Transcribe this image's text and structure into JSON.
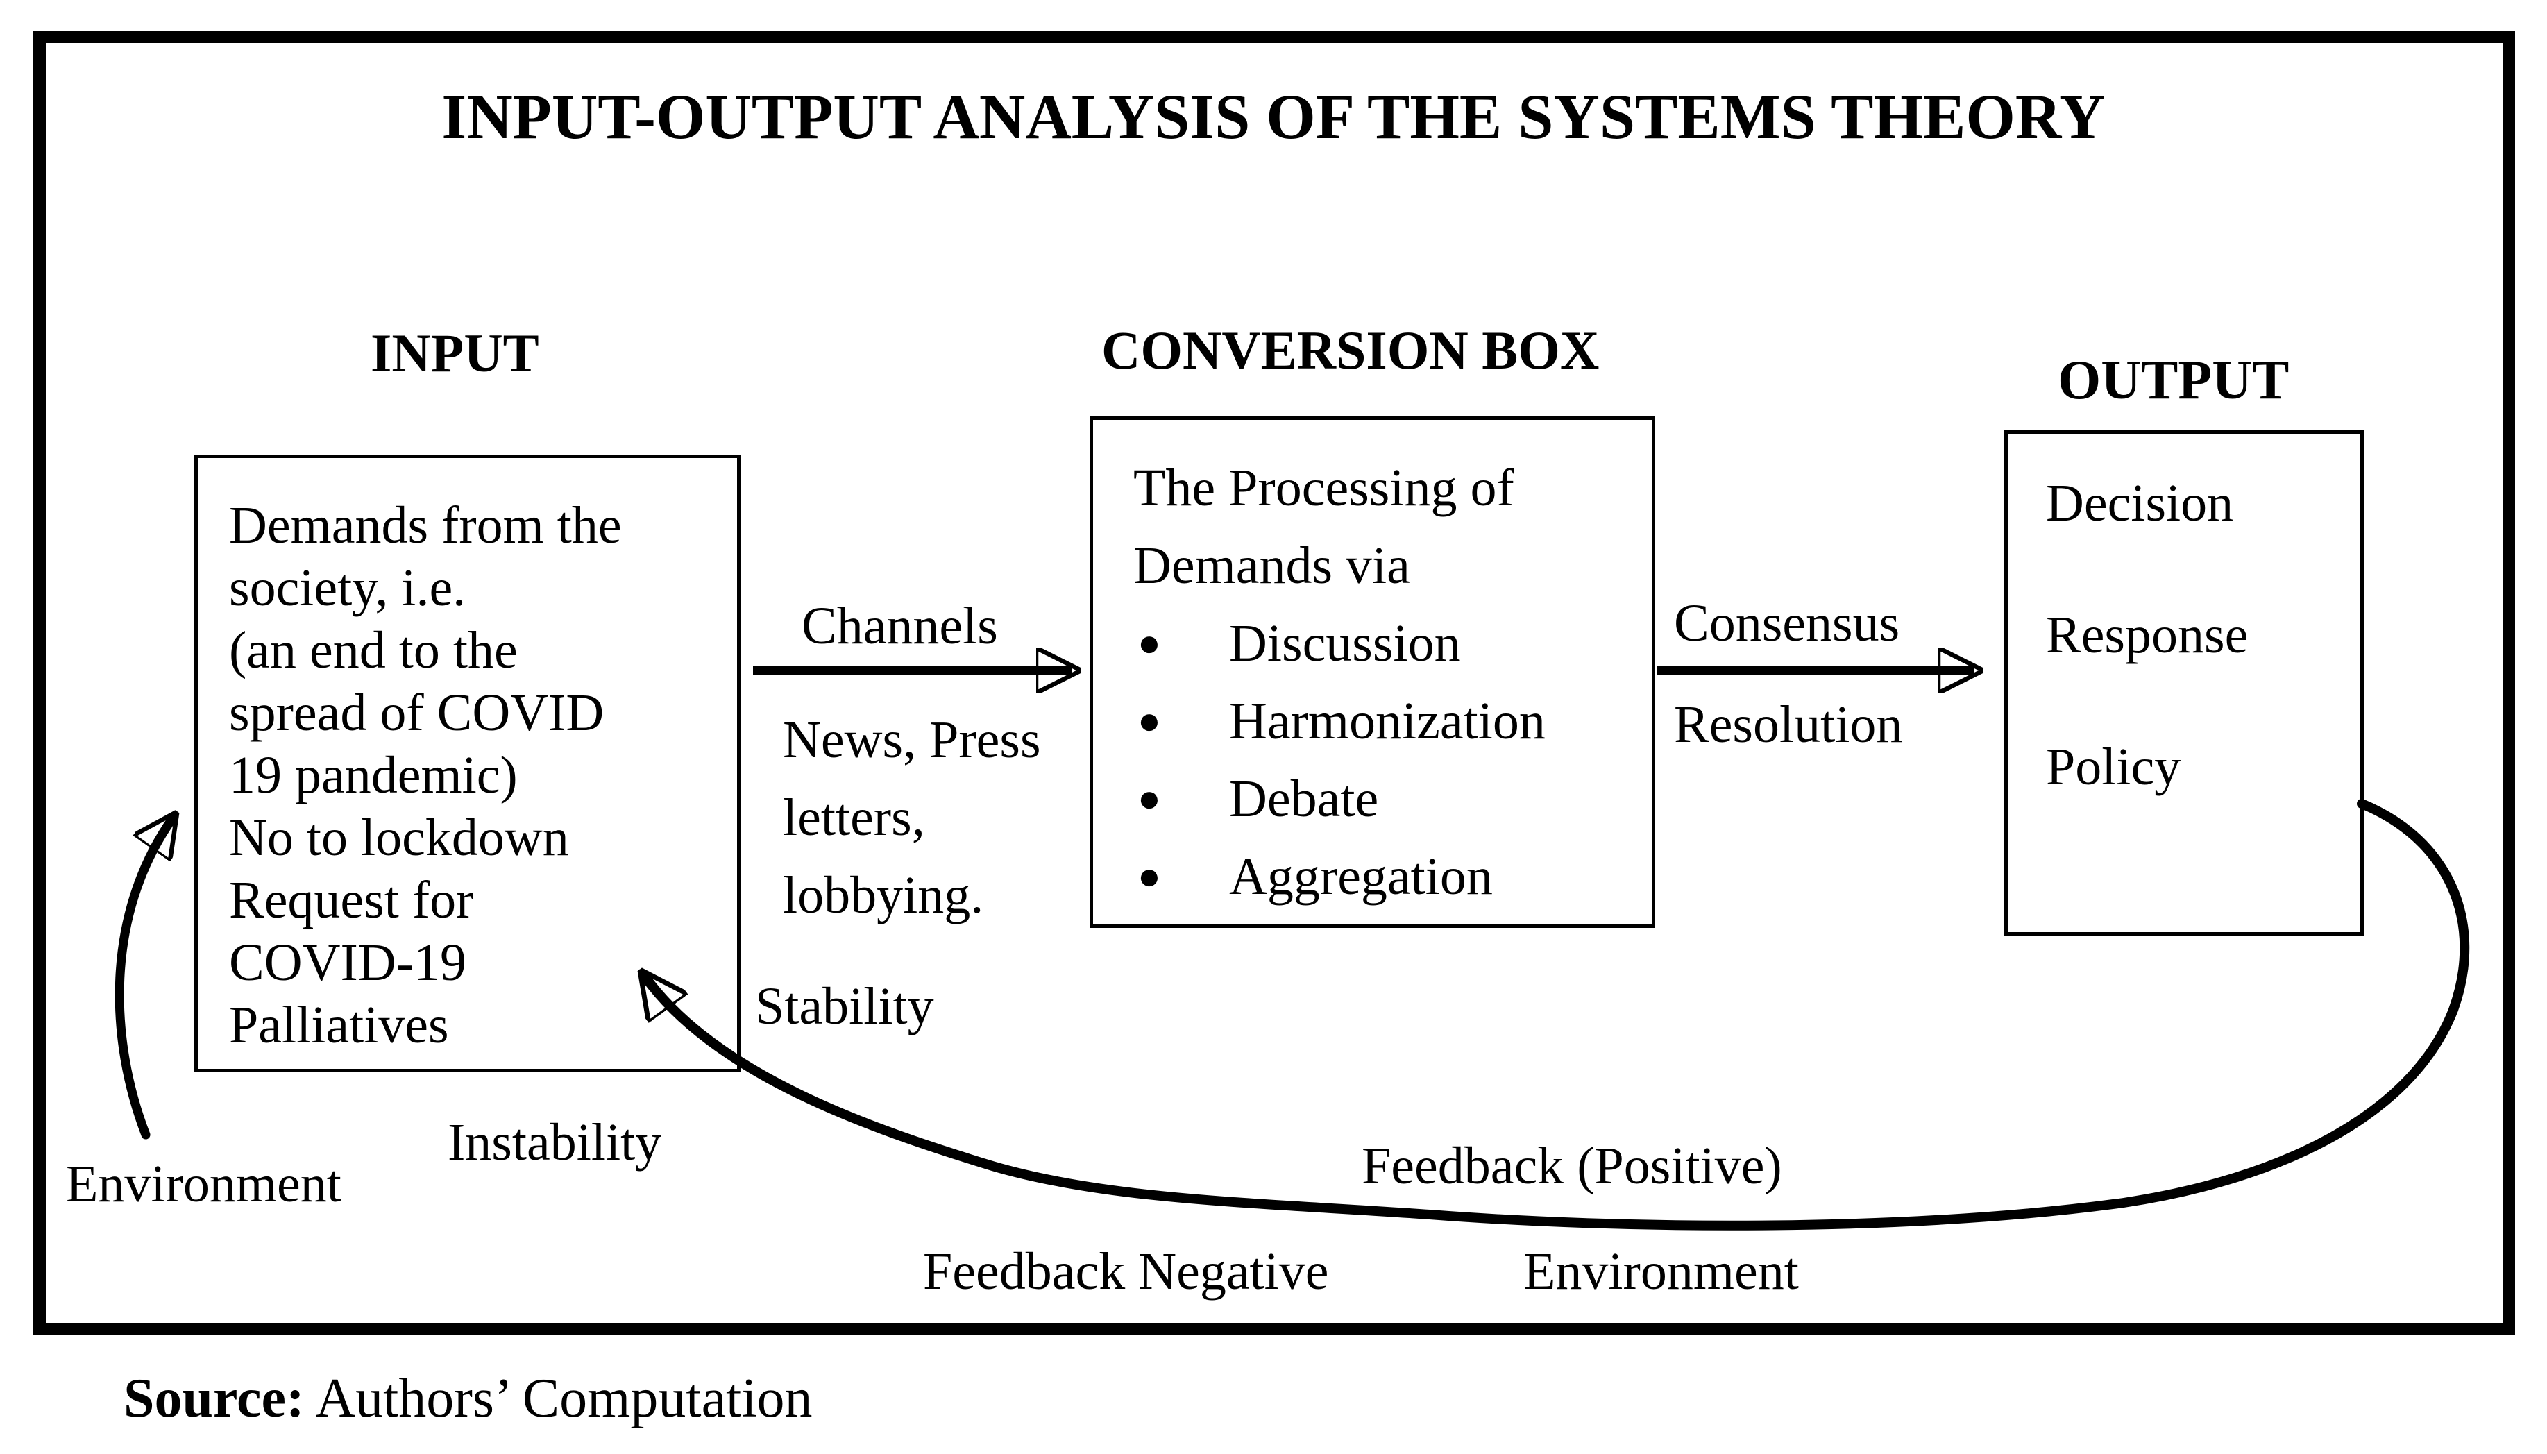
{
  "title": "INPUT-OUTPUT ANALYSIS OF THE SYSTEMS THEORY",
  "colors": {
    "ink": "#000000",
    "paper": "#ffffff"
  },
  "input": {
    "header": "INPUT",
    "lines": [
      "Demands from the",
      "society, i.e.",
      "(an end to the",
      "spread of COVID",
      "19 pandemic)",
      "No to lockdown",
      "Request for",
      "COVID-19",
      "Palliatives"
    ]
  },
  "channels": {
    "label": "Channels",
    "sublines": [
      "News, Press",
      "letters,",
      "lobbying."
    ]
  },
  "conversion": {
    "header": "CONVERSION BOX",
    "intro": [
      "The Processing of",
      "Demands via"
    ],
    "bullet_glyph": "●",
    "bullets": [
      "Discussion",
      "Harmonization",
      "Debate",
      "Aggregation"
    ]
  },
  "flow": {
    "consensus": "Consensus",
    "resolution": "Resolution"
  },
  "output": {
    "header": "OUTPUT",
    "items": [
      "Decision",
      "Response",
      "Policy"
    ]
  },
  "labels": {
    "environment_left": "Environment",
    "instability": "Instability",
    "stability": "Stability",
    "feedback_positive": "Feedback (Positive)",
    "feedback_negative": "Feedback Negative",
    "environment_bottom": "Environment"
  },
  "source": {
    "label": "Source:",
    "text": " Authors’ Computation"
  }
}
